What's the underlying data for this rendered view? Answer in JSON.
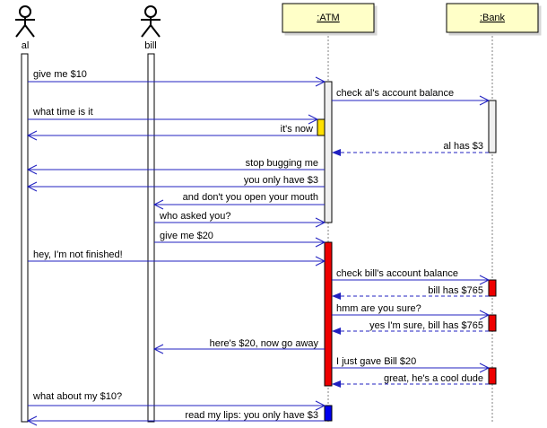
{
  "actors": [
    {
      "id": "al",
      "label": "al"
    },
    {
      "id": "bill",
      "label": "bill"
    }
  ],
  "objects": [
    {
      "id": "atm",
      "label": ":ATM"
    },
    {
      "id": "bank",
      "label": ":Bank"
    }
  ],
  "messages": [
    {
      "from": "al",
      "to": "atm",
      "label": "give me $10",
      "style": "call"
    },
    {
      "from": "atm",
      "to": "bank",
      "label": "check al's account balance",
      "style": "call"
    },
    {
      "from": "al",
      "to": "atm",
      "label": "what time is it",
      "style": "call"
    },
    {
      "from": "atm",
      "to": "al",
      "label": "it's now",
      "style": "call"
    },
    {
      "from": "bank",
      "to": "atm",
      "label": "al has $3",
      "style": "return"
    },
    {
      "from": "atm",
      "to": "al",
      "label": "stop bugging me",
      "style": "call"
    },
    {
      "from": "atm",
      "to": "al",
      "label": "you only have $3",
      "style": "call"
    },
    {
      "from": "atm",
      "to": "bill",
      "label": "and don't you open your mouth",
      "style": "call"
    },
    {
      "from": "bill",
      "to": "atm",
      "label": "who asked you?",
      "style": "call"
    },
    {
      "from": "bill",
      "to": "atm",
      "label": "give me $20",
      "style": "call"
    },
    {
      "from": "al",
      "to": "atm",
      "label": "hey, I'm not finished!",
      "style": "call"
    },
    {
      "from": "atm",
      "to": "bank",
      "label": "check bill's account balance",
      "style": "call"
    },
    {
      "from": "bank",
      "to": "atm",
      "label": "bill has $765",
      "style": "return"
    },
    {
      "from": "atm",
      "to": "bank",
      "label": "hmm are you sure?",
      "style": "call"
    },
    {
      "from": "bank",
      "to": "atm",
      "label": "yes I'm sure, bill has $765",
      "style": "return"
    },
    {
      "from": "atm",
      "to": "bill",
      "label": "here's $20, now go away",
      "style": "call"
    },
    {
      "from": "atm",
      "to": "bank",
      "label": "I just gave Bill $20",
      "style": "call"
    },
    {
      "from": "bank",
      "to": "atm",
      "label": "great, he's a cool dude",
      "style": "return"
    },
    {
      "from": "al",
      "to": "atm",
      "label": "what about my $10?",
      "style": "call"
    },
    {
      "from": "atm",
      "to": "al",
      "label": "read my lips: you only have $3",
      "style": "call"
    }
  ],
  "colors": {
    "arrow": "#2020c0",
    "object_box_fill": "#ffffc8",
    "activation_default": "#f0f0f0",
    "activation_yellow": "#ffe000",
    "activation_red": "#ee0000",
    "activation_blue": "#0000ee",
    "lifeline": "#808080"
  }
}
